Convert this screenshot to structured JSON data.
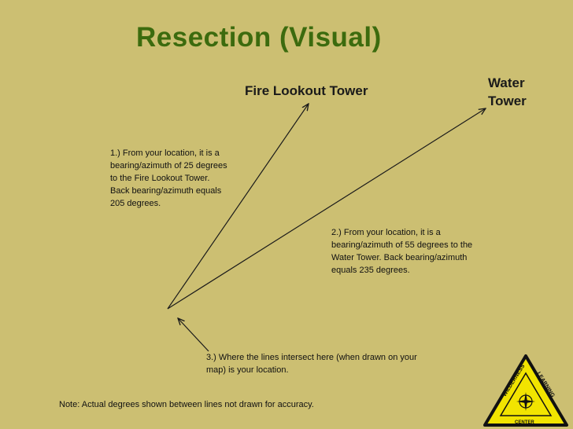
{
  "title": "Resection (Visual)",
  "labels": {
    "fire_tower": "Fire Lookout Tower",
    "water_tower_line1": "Water",
    "water_tower_line2": "Tower"
  },
  "notes": {
    "step1": "1.) From your location, it is a bearing/azimuth of 25 degrees to the Fire Lookout Tower. Back bearing/azimuth equals 205 degrees.",
    "step2": "2.) From your location, it is a bearing/azimuth of 55 degrees to the Water Tower. Back bearing/azimuth equals 235 degrees.",
    "step3": "3.) Where the lines intersect here (when drawn on your map) is your location.",
    "footnote": "Note: Actual degrees shown between lines not drawn for accuracy."
  },
  "logo": {
    "text_left": "WILDERNESS",
    "text_right": "LEARNING",
    "text_bottom": "CENTER",
    "colors": {
      "fill": "#f2e400",
      "stroke": "#111111"
    }
  },
  "colors": {
    "background": "#ccbf72",
    "title": "#3c6b0e",
    "lines": "#1a1a1a"
  }
}
